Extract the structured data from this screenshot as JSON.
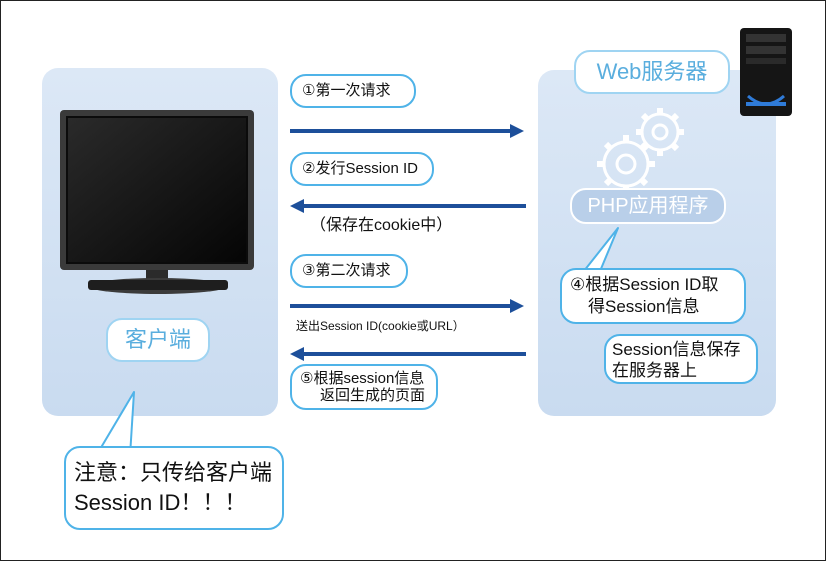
{
  "client": {
    "label": "客户端"
  },
  "server": {
    "label": "Web服务器",
    "app_label": "PHP应用程序"
  },
  "steps": {
    "s1": "①第一次请求",
    "s2": "②发行Session ID",
    "s2_note": "（保存在cookie中）",
    "s3": "③第二次请求",
    "s3_note": "送出Session ID(cookie或URL）",
    "s4_line1": "④根据Session ID取",
    "s4_line2": "得Session信息",
    "s5_line1": "⑤根据session信息",
    "s5_line2": "返回生成的页面"
  },
  "server_note": {
    "line1": "Session信息保存",
    "line2": "在服务器上"
  },
  "warning": {
    "line1": "注意：只传给客户端",
    "line2": "Session ID！！！"
  },
  "colors": {
    "arrow": "#1d4f9a",
    "bubble_border": "#4fb3e8",
    "panel": "#d3e2f4",
    "label_text": "#5aaede"
  },
  "icons": [
    "monitor-icon",
    "server-tower-icon",
    "gears-icon"
  ]
}
